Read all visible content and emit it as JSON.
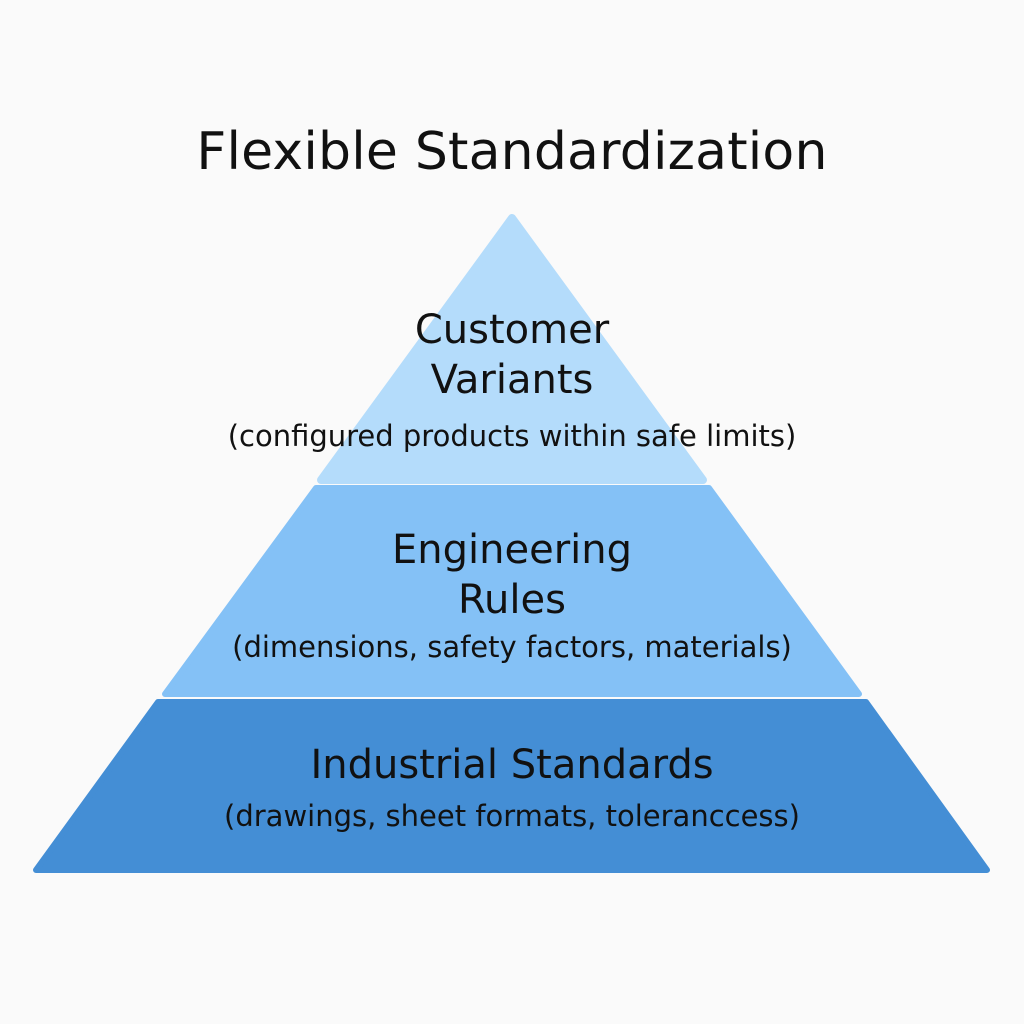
{
  "title": "Flexible Standardization",
  "tiers": [
    {
      "heading_line1": "Customer",
      "heading_line2": "Variants",
      "detail": "(configured products within safe limits)",
      "fill": "#b4dcfb"
    },
    {
      "heading_line1": "Engineering",
      "heading_line2": "Rules",
      "detail": "(dimensions, safety factors, materials)",
      "fill": "#84c1f6"
    },
    {
      "heading_line1": "Industrial Standards",
      "detail": "(drawings, sheet formats, toleranccess)",
      "fill": "#448ed5"
    }
  ]
}
